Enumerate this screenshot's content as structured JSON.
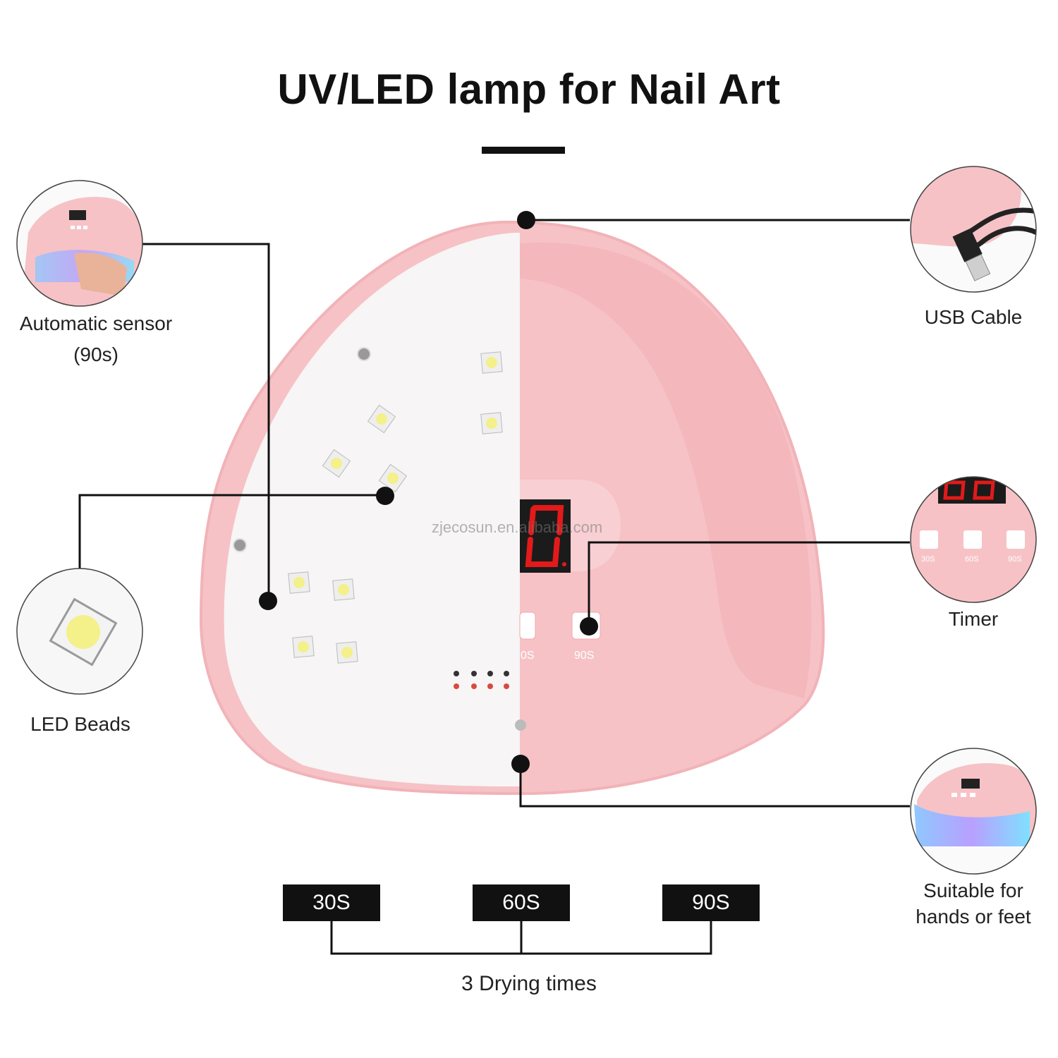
{
  "title": "UV/LED lamp for Nail Art",
  "watermark": "zjecosun.en.alibaba.com",
  "callouts": {
    "sensor": {
      "line1": "Automatic sensor",
      "line2": "(90s)"
    },
    "usb": {
      "label": "USB Cable"
    },
    "leds": {
      "label": "LED Beads"
    },
    "timer": {
      "label": "Timer",
      "buttons": [
        "30S",
        "60S",
        "90S"
      ]
    },
    "usage": {
      "line1": "Suitable for",
      "line2": "hands or feet"
    }
  },
  "lamp": {
    "button_labels": [
      "0S",
      "90S"
    ]
  },
  "drying_times": {
    "options": [
      "30S",
      "60S",
      "90S"
    ],
    "caption": "3 Drying times"
  },
  "colors": {
    "lamp_pink": "#f6c2c6",
    "lamp_white": "#f7f5f5",
    "display_red": "#e21a1a",
    "led_yellow": "#f4f08a"
  }
}
